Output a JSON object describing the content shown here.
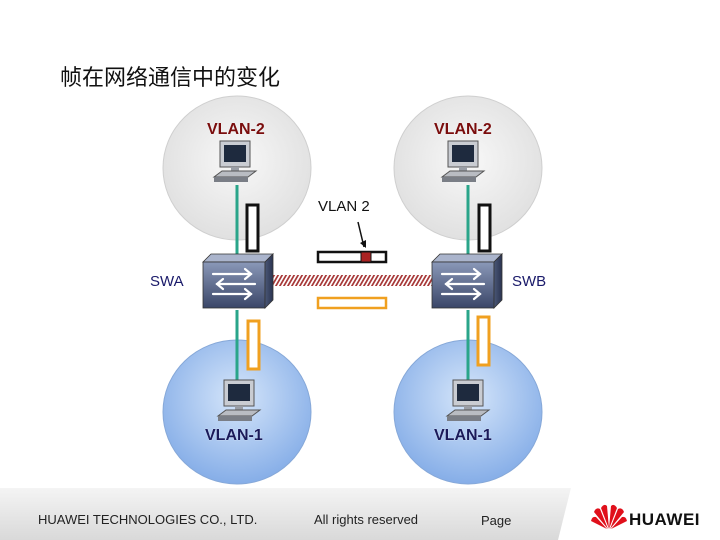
{
  "title": "帧在网络通信中的变化",
  "vlans": {
    "top_left": "VLAN-2",
    "top_right": "VLAN-2",
    "bottom_left": "VLAN-1",
    "bottom_right": "VLAN-1"
  },
  "switches": {
    "left": "SWA",
    "right": "SWB"
  },
  "frame_tag_label": "VLAN 2",
  "footer": {
    "company": "HUAWEI TECHNOLOGIES CO., LTD.",
    "rights": "All rights reserved",
    "page": "Page",
    "logo": "HUAWEI"
  },
  "colors": {
    "vlan2_frame": "#111111",
    "vlan1_frame": "#f0a020",
    "trunk_link": "#a83a3a",
    "access_link": "#2aa58a",
    "tag": "#aa2222"
  },
  "icons": [
    "pc-icon",
    "switch-icon",
    "huawei-logo"
  ]
}
